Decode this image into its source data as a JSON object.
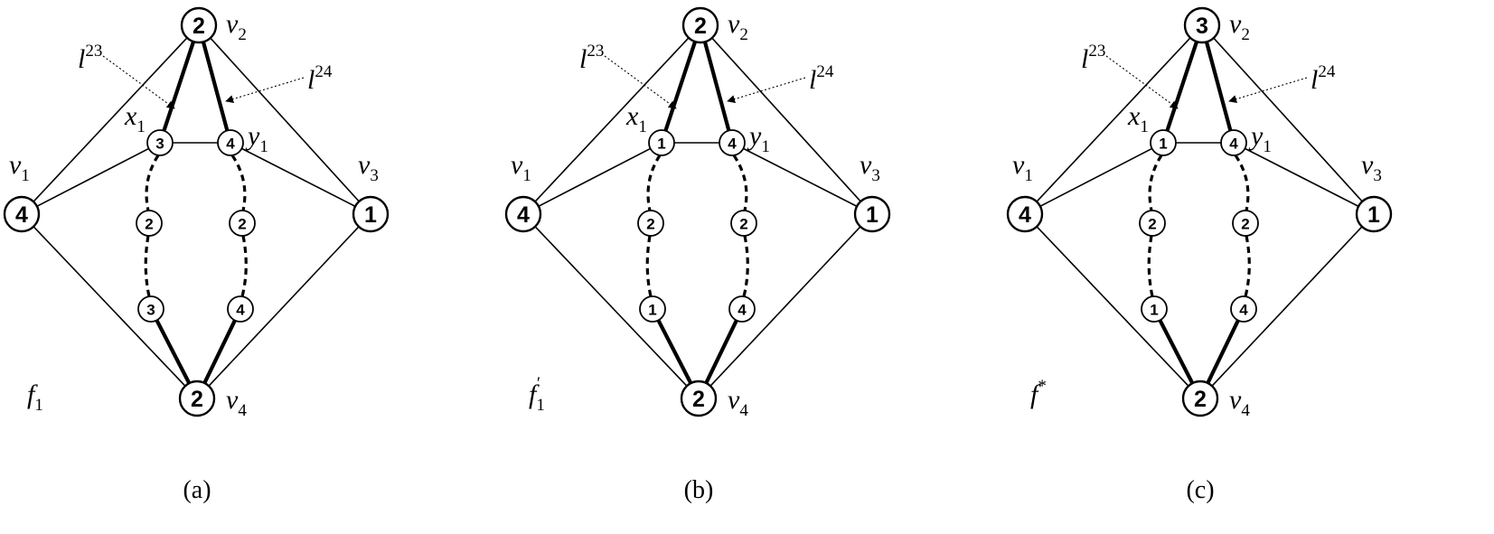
{
  "panels": [
    {
      "caption": "(a)",
      "coloring": {
        "name": "f",
        "sub": "1",
        "sup": ""
      },
      "colors": {
        "v1": "4",
        "v2": "2",
        "v3": "1",
        "v4": "2",
        "x1": "3",
        "y1": "4",
        "p1": "2",
        "p2": "3",
        "q1": "2",
        "q2": "4"
      }
    },
    {
      "caption": "(b)",
      "coloring": {
        "name": "f",
        "sub": "1",
        "sup": "′"
      },
      "colors": {
        "v1": "4",
        "v2": "2",
        "v3": "1",
        "v4": "2",
        "x1": "1",
        "y1": "4",
        "p1": "2",
        "p2": "1",
        "q1": "2",
        "q2": "4"
      }
    },
    {
      "caption": "(c)",
      "coloring": {
        "name": "f",
        "sub": "",
        "sup": "*"
      },
      "colors": {
        "v1": "4",
        "v2": "3",
        "v3": "1",
        "v4": "2",
        "x1": "1",
        "y1": "4",
        "p1": "2",
        "p2": "1",
        "q1": "2",
        "q2": "4"
      }
    }
  ],
  "labels": {
    "v1": {
      "name": "v",
      "sub": "1"
    },
    "v2": {
      "name": "v",
      "sub": "2"
    },
    "v3": {
      "name": "v",
      "sub": "3"
    },
    "v4": {
      "name": "v",
      "sub": "4"
    },
    "x1": {
      "name": "x",
      "sub": "1"
    },
    "y1": {
      "name": "y",
      "sub": "1"
    },
    "l23": {
      "name": "l",
      "sup": "23"
    },
    "l24": {
      "name": "l",
      "sup": "24"
    }
  }
}
